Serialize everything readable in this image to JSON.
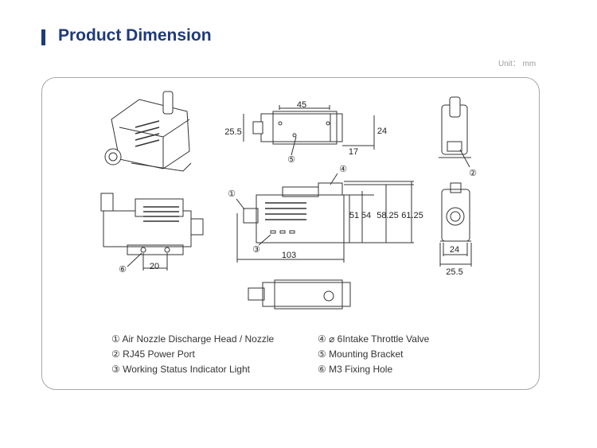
{
  "header": {
    "title": "Product Dimension",
    "unit": "Unit： mm"
  },
  "colors": {
    "accent": "#1f3a7a",
    "border": "#a8a8a8",
    "line": "#333333"
  },
  "dimensions": {
    "top_view": {
      "width": "45",
      "height_left": "25.5",
      "height_right": "24",
      "offset": "17",
      "callout": "⑤"
    },
    "side_view": {
      "nozzle_callout": "①",
      "valve_callout": "④",
      "indicator_callout": "③",
      "h1": "51",
      "h2": "54",
      "h3": "58.25",
      "h4": "61.25",
      "length": "103"
    },
    "end_view": {
      "port_callout": "②",
      "inner_width": "24",
      "outer_width": "25.5"
    },
    "bottom_view": {
      "hole_callout": "⑥",
      "hole_spacing": "20"
    }
  },
  "legend": {
    "left": [
      {
        "num": "①",
        "label": "Air Nozzle Discharge Head / Nozzle"
      },
      {
        "num": "②",
        "label": "RJ45 Power Port"
      },
      {
        "num": "③",
        "label": "Working Status Indicator Light"
      }
    ],
    "right": [
      {
        "num": "④",
        "label": "⌀ 6Intake Throttle Valve"
      },
      {
        "num": "⑤",
        "label": "Mounting Bracket"
      },
      {
        "num": "⑥",
        "label": "M3 Fixing Hole"
      }
    ]
  }
}
